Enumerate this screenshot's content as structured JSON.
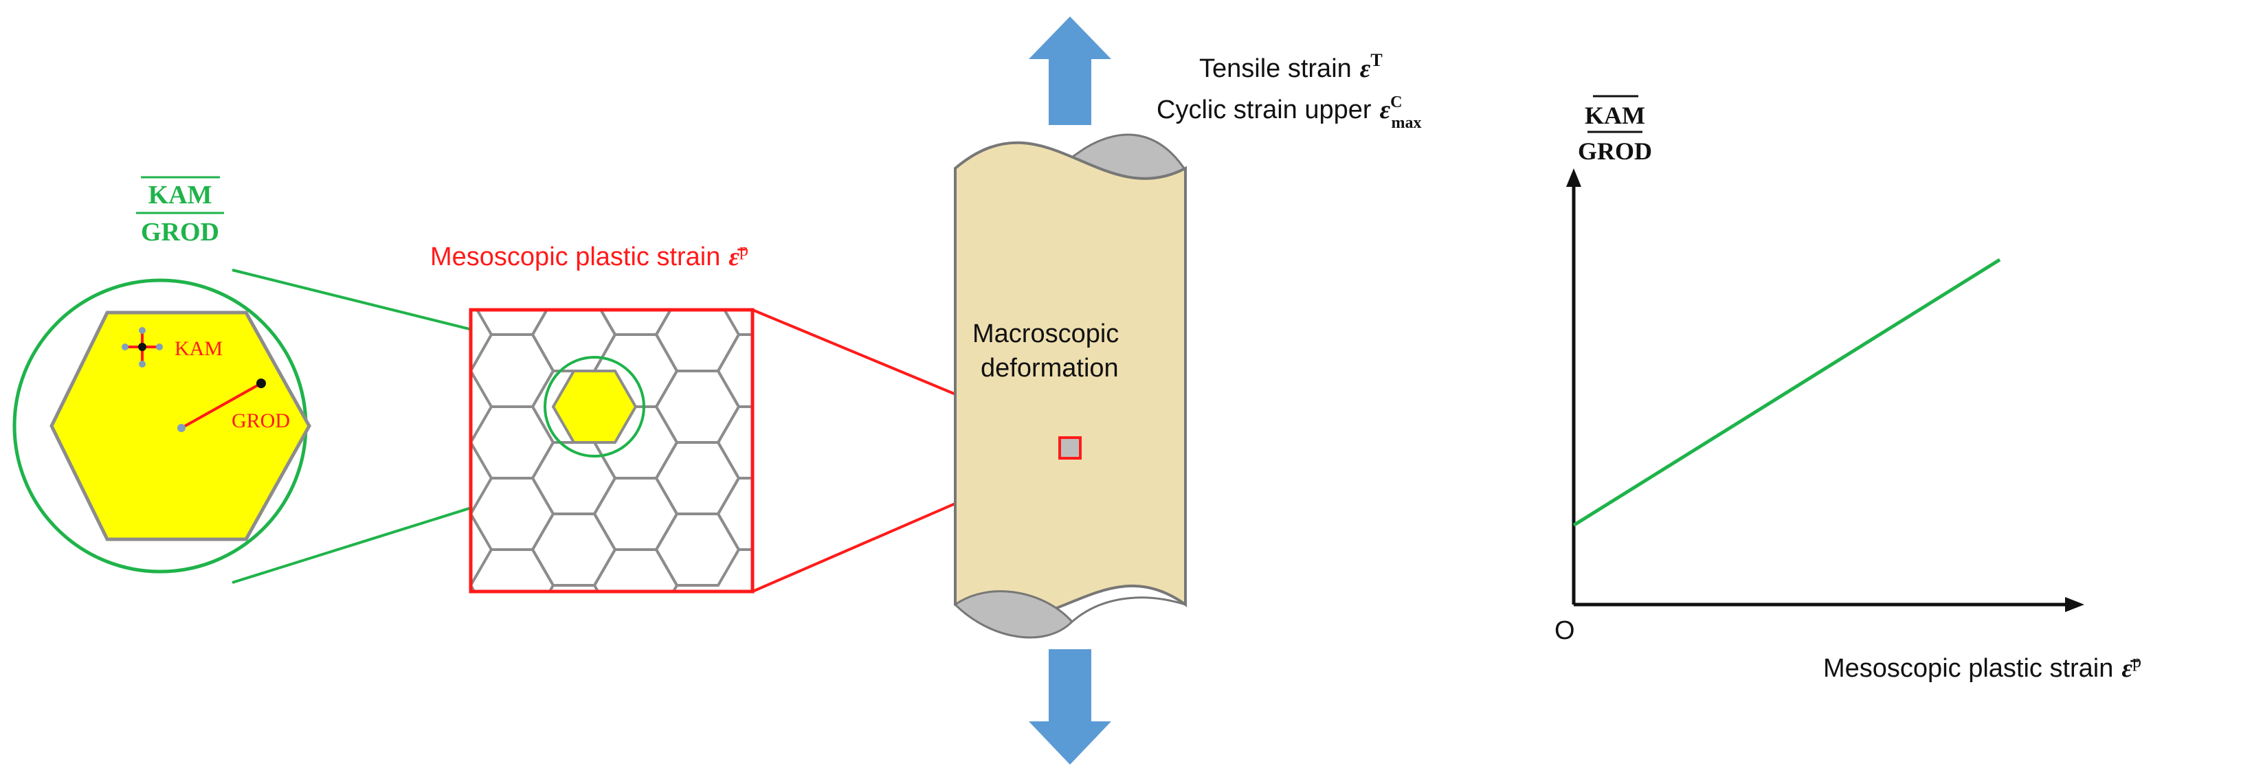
{
  "labels": {
    "tensile_strain": "Tensile strain",
    "tensile_symbol": "ε",
    "tensile_sup": "T",
    "cyclic_strain": "Cyclic strain upper",
    "cyclic_symbol": "ε",
    "cyclic_sup": "C",
    "cyclic_sub": "max",
    "macroscopic_line1": "Macroscopic",
    "macroscopic_line2": "deformation",
    "meso_strain": "Mesoscopic plastic strain",
    "meso_symbol": "ε̄",
    "meso_sup": "p",
    "kam": "KAM",
    "grod": "GROD",
    "ratio_numerator": "KAM",
    "ratio_denominator": "GROD",
    "graph_origin": "O",
    "graph_xlabel": "Mesoscopic plastic strain",
    "graph_x_symbol": "ε̄",
    "graph_x_sup": "p",
    "graph_ylabel_numerator": "KAM",
    "graph_ylabel_denominator": "GROD"
  },
  "colors": {
    "green": "#1fb34a",
    "red": "#ff1a1a",
    "yellow": "#ffff00",
    "specimen_fill": "#eedfb0",
    "grey_edge": "#8c8c8c",
    "arrow_blue": "#5b9bd5",
    "text": "#111111"
  },
  "chart_data": {
    "type": "line",
    "xlabel": "Mesoscopic plastic strain ε̄p",
    "ylabel": "KAM / GROD",
    "series": [
      {
        "x": [
          0,
          1
        ],
        "y": [
          0.23,
          1.0
        ]
      }
    ]
  }
}
